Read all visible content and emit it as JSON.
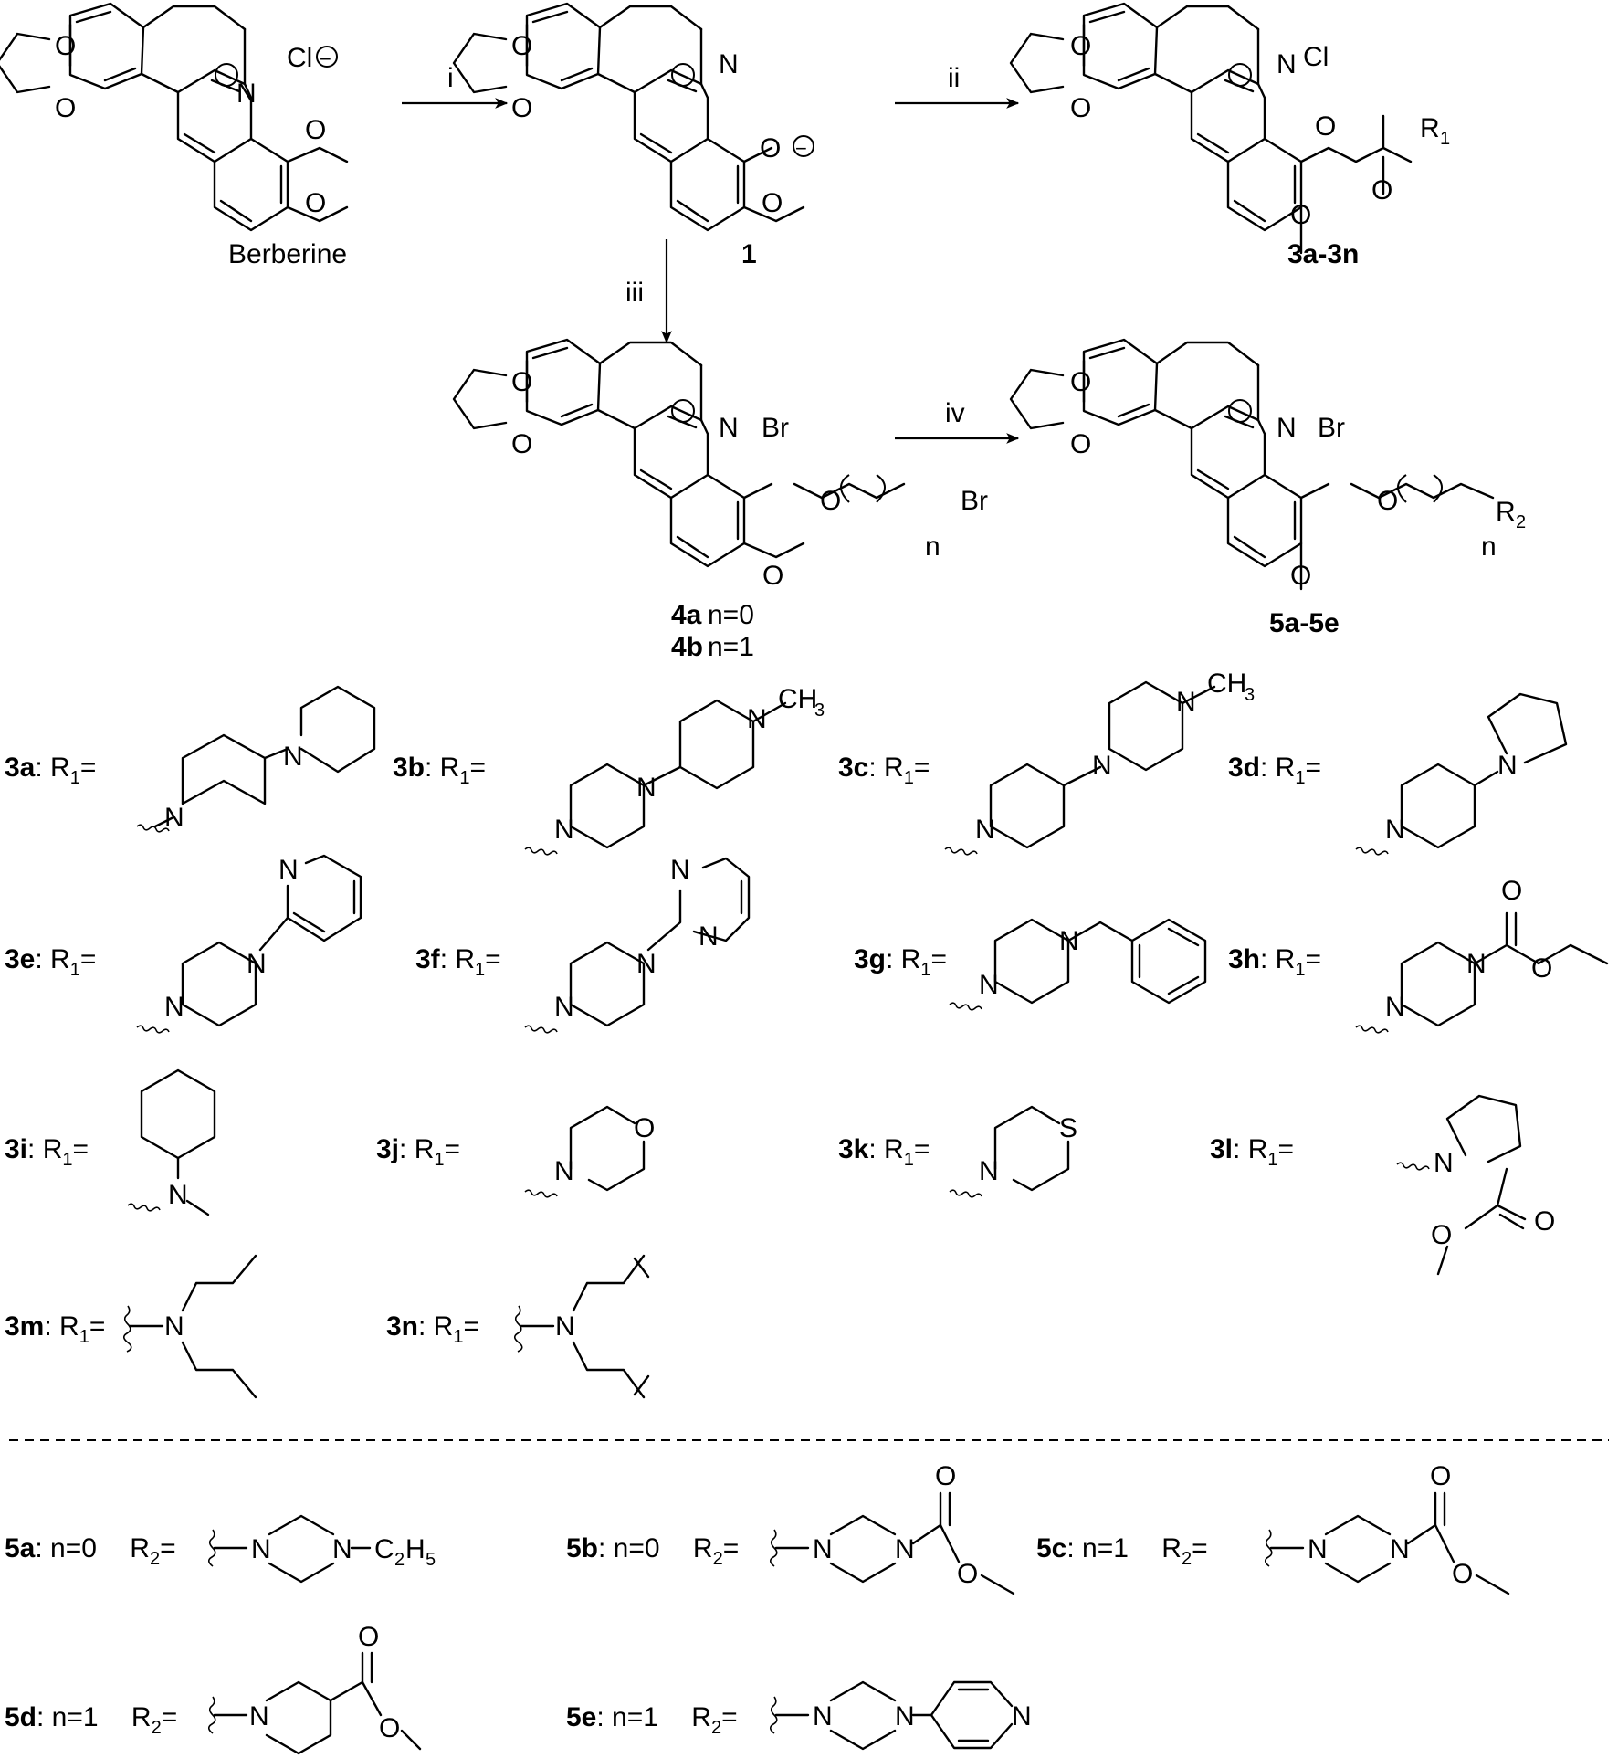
{
  "reagents": {
    "i": "i",
    "ii": "ii",
    "iii": "iii",
    "iv": "iv"
  },
  "compounds": {
    "berberine": "Berberine",
    "c1": "1",
    "c3": "3a-3n",
    "c4a": "4a",
    "c4a_n": "n=0",
    "c4b": "4b",
    "c4b_n": "n=1",
    "c5": "5a-5e"
  },
  "atoms": {
    "O": "O",
    "N": "N",
    "S": "S",
    "Cl": "Cl",
    "Br": "Br",
    "R": "R",
    "n": "n",
    "CH3": "CH",
    "three": "3",
    "C2H5_C": "C",
    "C2H5_2": "2",
    "C2H5_H": "H",
    "C2H5_5": "5",
    "one": "1",
    "two": "2",
    "plus": "+",
    "minus": "−"
  },
  "r1_labels": [
    {
      "id": "3a",
      "eq": ": R",
      "sub": "1",
      "tail": "="
    },
    {
      "id": "3b",
      "eq": ": R",
      "sub": "1",
      "tail": "="
    },
    {
      "id": "3c",
      "eq": ": R",
      "sub": "1",
      "tail": "="
    },
    {
      "id": "3d",
      "eq": ": R",
      "sub": "1",
      "tail": "="
    },
    {
      "id": "3e",
      "eq": ": R",
      "sub": "1",
      "tail": "="
    },
    {
      "id": "3f",
      "eq": ": R",
      "sub": "1",
      "tail": "="
    },
    {
      "id": "3g",
      "eq": ": R",
      "sub": "1",
      "tail": "="
    },
    {
      "id": "3h",
      "eq": ": R",
      "sub": "1",
      "tail": "="
    },
    {
      "id": "3i",
      "eq": ": R",
      "sub": "1",
      "tail": "="
    },
    {
      "id": "3j",
      "eq": ": R",
      "sub": "1",
      "tail": "="
    },
    {
      "id": "3k",
      "eq": ": R",
      "sub": "1",
      "tail": "="
    },
    {
      "id": "3l",
      "eq": ": R",
      "sub": "1",
      "tail": "="
    },
    {
      "id": "3m",
      "eq": ": R",
      "sub": "1",
      "tail": "="
    },
    {
      "id": "3n",
      "eq": ": R",
      "sub": "1",
      "tail": "="
    }
  ],
  "r2_labels": [
    {
      "id": "5a",
      "n": ": n=0",
      "r": "R",
      "sub": "2",
      "tail": "="
    },
    {
      "id": "5b",
      "n": ": n=0",
      "r": "R",
      "sub": "2",
      "tail": "="
    },
    {
      "id": "5c",
      "n": ": n=1",
      "r": "R",
      "sub": "2",
      "tail": "="
    },
    {
      "id": "5d",
      "n": ": n=1",
      "r": "R",
      "sub": "2",
      "tail": "="
    },
    {
      "id": "5e",
      "n": ": n=1",
      "r": "R",
      "sub": "2",
      "tail": "="
    }
  ]
}
